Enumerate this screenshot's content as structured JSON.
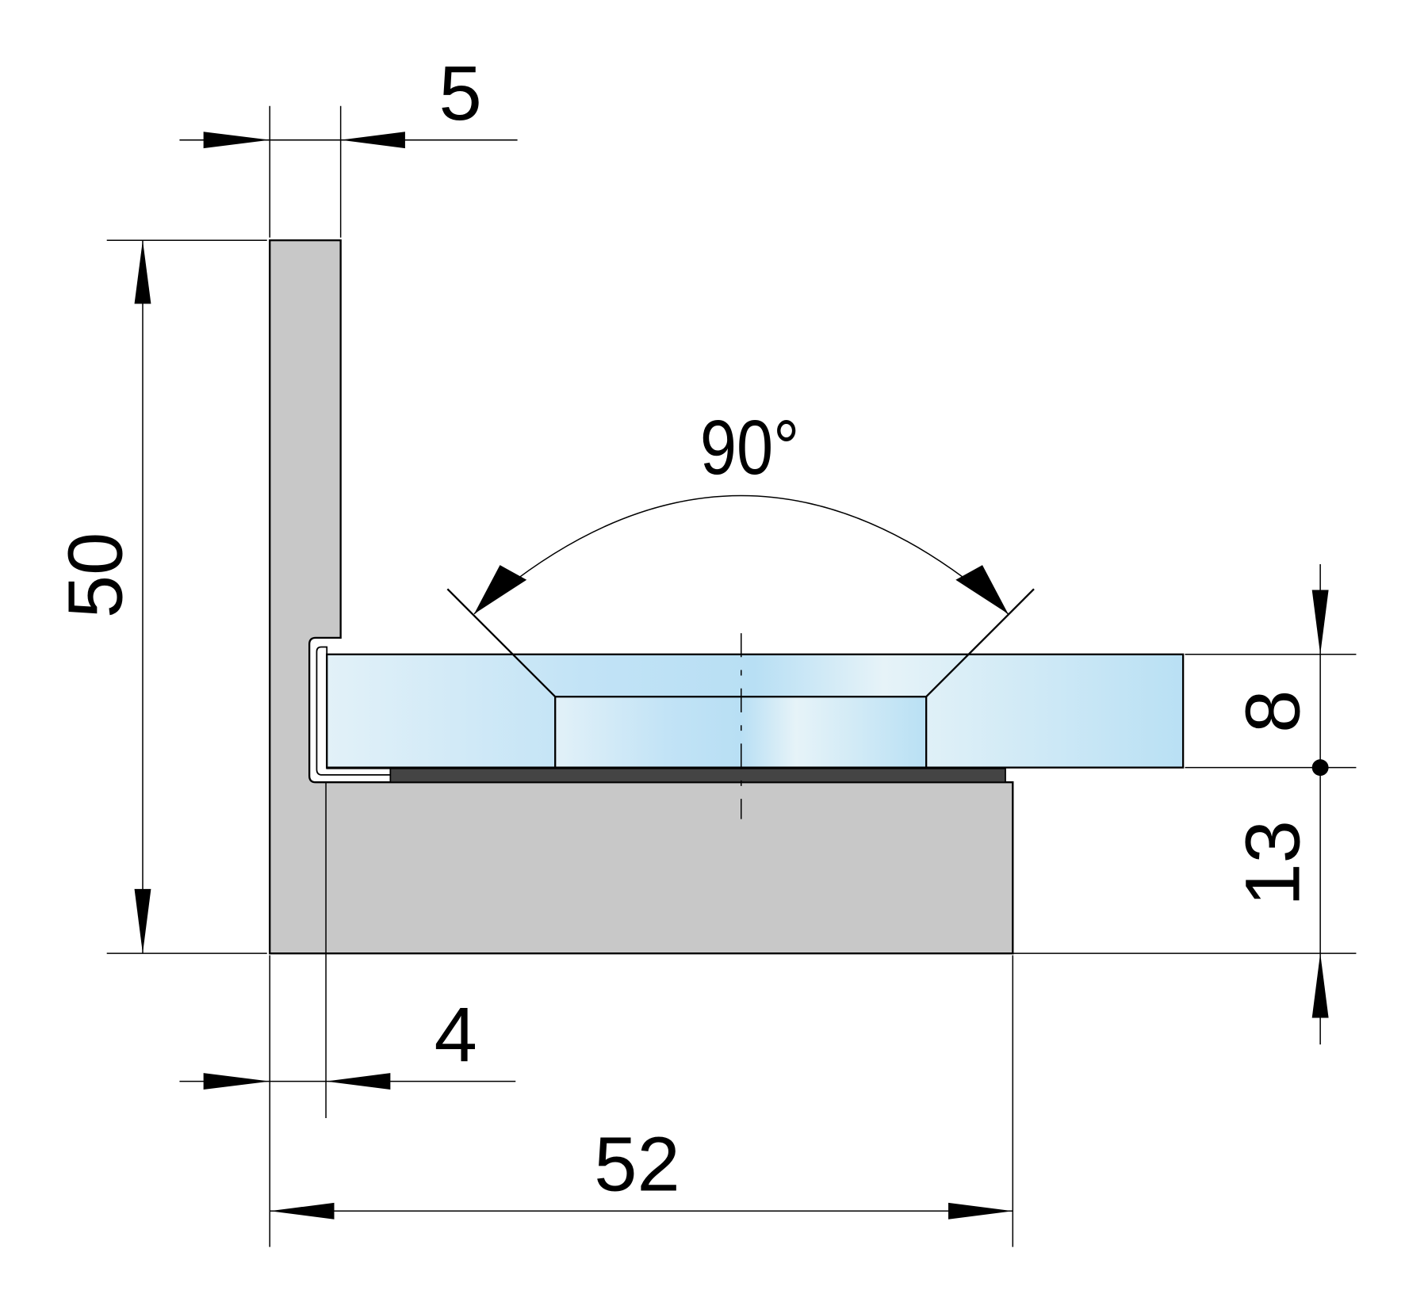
{
  "dimensions": {
    "top_thickness": "5",
    "height": "50",
    "angle": "90°",
    "glass_thickness": "8",
    "base_height": "13",
    "bottom_gap": "4",
    "width": "52"
  },
  "colors": {
    "profile": "#c8c8c8",
    "gasket": "#444444",
    "glass_light": "#e2f1f8",
    "glass_mid": "#b8dff4"
  }
}
